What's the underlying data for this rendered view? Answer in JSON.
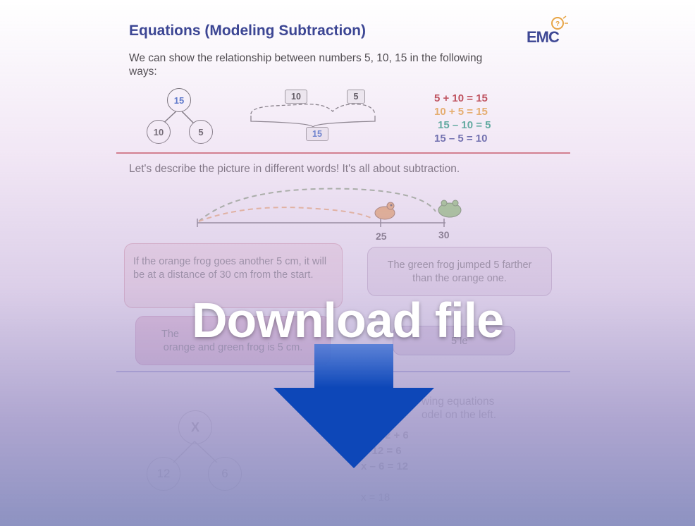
{
  "worksheet": {
    "title": "Equations (Modeling Subtraction)",
    "logo_text": "EMC",
    "intro": "We can show the relationship between numbers 5, 10, 15 in the following ways:",
    "number_bond": {
      "top": "15",
      "left": "10",
      "right": "5"
    },
    "bar_model": {
      "part_a": "10",
      "part_b": "5",
      "whole": "15"
    },
    "equations": [
      {
        "text": "5 + 10 = 15",
        "color": "#b3262c"
      },
      {
        "text": "10 + 5 = 15",
        "color": "#e8a23a"
      },
      {
        "text": "15 – 10 = 5",
        "color": "#1f9a7a"
      },
      {
        "text": "15 – 5 = 10",
        "color": "#2d3a8c"
      }
    ],
    "prompt": "Let's describe the picture in different words! It's all about subtraction.",
    "number_line": {
      "label_a": "25",
      "label_b": "30"
    },
    "cards": {
      "card1": "If the orange frog goes another 5 cm, it will be at a distance of 30 cm from the start.",
      "card2": "The green frog jumped 5 farther than the orange one.",
      "card3_visible": "orange and green frog is 5 cm.",
      "card3_partial": "The",
      "card4_partial": "5 le"
    },
    "section3": {
      "bond": {
        "top": "X",
        "left": "12",
        "right": "6"
      },
      "instruction_line1": "wing equations",
      "instruction_line2": "odel on the left.",
      "eq1": "2 + 6",
      "eq2": "– 12 = 6",
      "eq3": "x – 6 = 12",
      "answer": "x = 18"
    }
  },
  "overlay": {
    "label": "Download file",
    "arrow_color": "#0d47b8"
  }
}
